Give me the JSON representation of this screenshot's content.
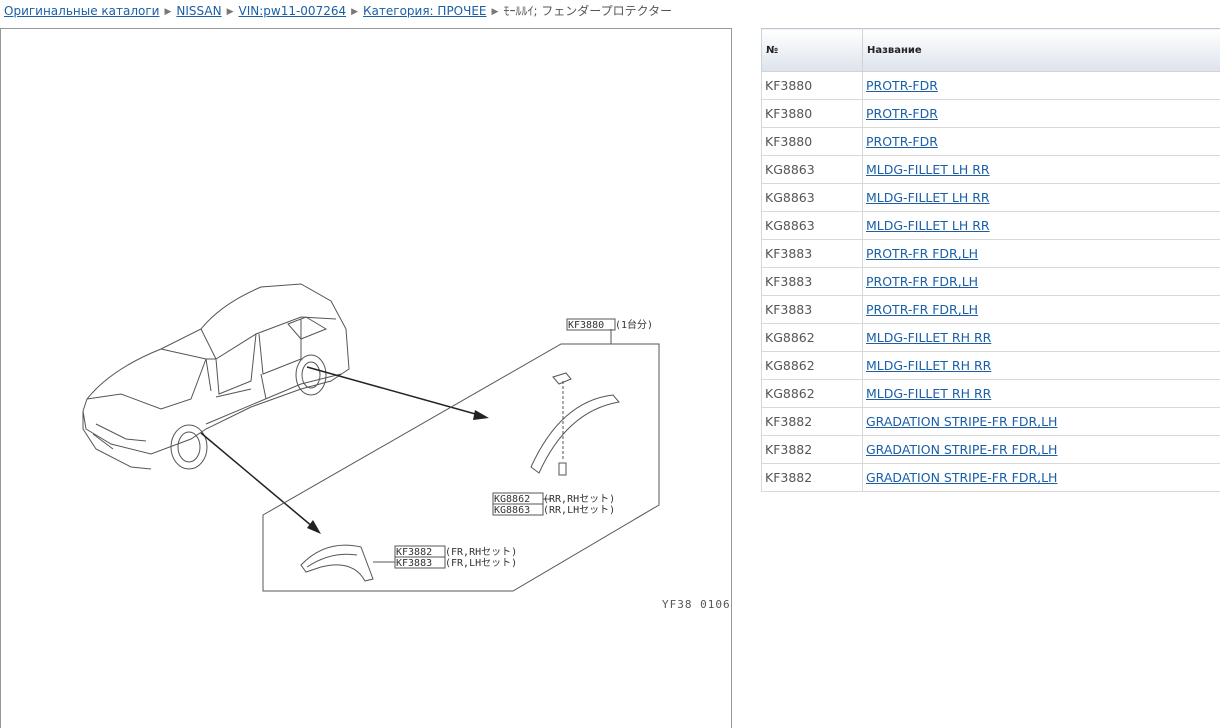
{
  "breadcrumb": {
    "items": [
      "Оригинальные каталоги",
      "NISSAN",
      "VIN:pw11-007264",
      "Категория: ПРОЧЕЕ"
    ],
    "current": "ﾓｰﾙﾙｲ; フェンダープロテクター",
    "separator": "▶"
  },
  "diagram": {
    "labels": {
      "kf3880": "KF3880",
      "kf3880_note": "(1台分)",
      "kg8862": "KG8862",
      "kg8862_note": "(RR,RHセット)",
      "kg8863": "KG8863",
      "kg8863_note": "(RR,LHセット)",
      "kf3882": "KF3882",
      "kf3882_note": "(FR,RHセット)",
      "kf3883": "KF3883",
      "kf3883_note": "(FR,LHセット)"
    },
    "code": "YF38 0106"
  },
  "table": {
    "headers": {
      "num": "№",
      "name": "Название"
    },
    "rows": [
      {
        "num": "KF3880",
        "name": "PROTR-FDR"
      },
      {
        "num": "KF3880",
        "name": "PROTR-FDR"
      },
      {
        "num": "KF3880",
        "name": "PROTR-FDR"
      },
      {
        "num": "KG8863",
        "name": "MLDG-FILLET LH RR"
      },
      {
        "num": "KG8863",
        "name": "MLDG-FILLET LH RR"
      },
      {
        "num": "KG8863",
        "name": "MLDG-FILLET LH RR"
      },
      {
        "num": "KF3883",
        "name": "PROTR-FR FDR,LH"
      },
      {
        "num": "KF3883",
        "name": "PROTR-FR FDR,LH"
      },
      {
        "num": "KF3883",
        "name": "PROTR-FR FDR,LH"
      },
      {
        "num": "KG8862",
        "name": "MLDG-FILLET RH RR"
      },
      {
        "num": "KG8862",
        "name": "MLDG-FILLET RH RR"
      },
      {
        "num": "KG8862",
        "name": "MLDG-FILLET RH RR"
      },
      {
        "num": "KF3882",
        "name": "GRADATION STRIPE-FR FDR,LH"
      },
      {
        "num": "KF3882",
        "name": "GRADATION STRIPE-FR FDR,LH"
      },
      {
        "num": "KF3882",
        "name": "GRADATION STRIPE-FR FDR,LH"
      }
    ]
  }
}
